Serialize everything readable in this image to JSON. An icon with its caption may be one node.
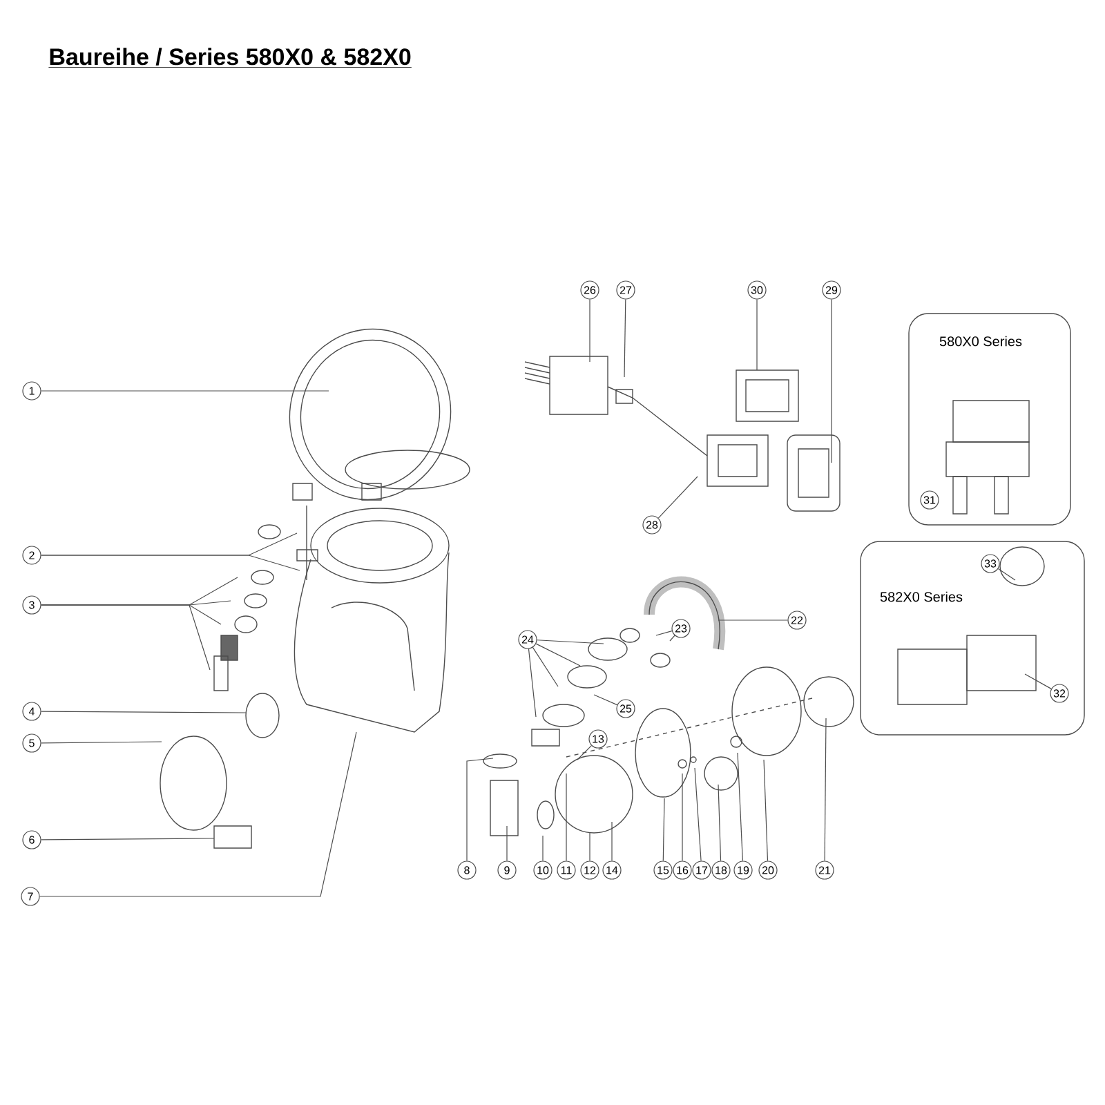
{
  "diagram": {
    "title": "Baureihe / Series 580X0 & 582X0",
    "nodes": [
      {
        "text": [
          "1"
        ]
      },
      {
        "text": [
          "2"
        ]
      },
      {
        "text": [
          "3"
        ]
      },
      {
        "text": [
          "4"
        ]
      },
      {
        "text": [
          "5"
        ]
      },
      {
        "text": [
          "6"
        ]
      },
      {
        "text": [
          "7"
        ]
      },
      {
        "text": [
          "8"
        ]
      },
      {
        "text": [
          "9"
        ]
      },
      {
        "text": [
          "10"
        ]
      },
      {
        "text": [
          "11"
        ]
      },
      {
        "text": [
          "12"
        ]
      },
      {
        "text": [
          "13"
        ]
      },
      {
        "text": [
          "14"
        ]
      },
      {
        "text": [
          "15"
        ]
      },
      {
        "text": [
          "16"
        ]
      },
      {
        "text": [
          "17"
        ]
      },
      {
        "text": [
          "18"
        ]
      },
      {
        "text": [
          "19"
        ]
      },
      {
        "text": [
          "20"
        ]
      },
      {
        "text": [
          "21"
        ]
      },
      {
        "text": [
          "22"
        ]
      },
      {
        "text": [
          "23"
        ]
      },
      {
        "text": [
          "24"
        ]
      },
      {
        "text": [
          "25"
        ]
      },
      {
        "text": [
          "26"
        ]
      },
      {
        "text": [
          "27"
        ]
      },
      {
        "text": [
          "28"
        ]
      },
      {
        "text": [
          "29"
        ]
      },
      {
        "text": [
          "30"
        ]
      },
      {
        "text": [
          "580X0 Series"
        ]
      },
      {
        "text": [
          "31"
        ],
        "in": 30
      },
      {
        "text": [
          "582X0 Series"
        ]
      },
      {
        "text": [
          "33"
        ],
        "in": 32
      },
      {
        "text": [
          "32"
        ],
        "in": 32
      }
    ],
    "edges": [
      {
        "from": 0,
        "to": null,
        "arrow": "none"
      },
      {
        "from": 1,
        "to": null,
        "arrow": "none"
      },
      {
        "from": 1,
        "to": null,
        "arrow": "none"
      },
      {
        "from": 2,
        "to": null,
        "arrow": "none"
      },
      {
        "from": 2,
        "to": null,
        "arrow": "none"
      },
      {
        "from": 2,
        "to": null,
        "arrow": "none"
      },
      {
        "from": 2,
        "to": null,
        "arrow": "none"
      },
      {
        "from": 3,
        "to": null,
        "arrow": "none"
      },
      {
        "from": 4,
        "to": null,
        "arrow": "none"
      },
      {
        "from": 5,
        "to": null,
        "arrow": "none"
      },
      {
        "from": 6,
        "to": null,
        "arrow": "none"
      },
      {
        "from": 7,
        "to": null,
        "arrow": "none"
      },
      {
        "from": 8,
        "to": null,
        "arrow": "none"
      },
      {
        "from": 9,
        "to": null,
        "arrow": "none"
      },
      {
        "from": 10,
        "to": null,
        "arrow": "none"
      },
      {
        "from": 11,
        "to": null,
        "arrow": "none"
      },
      {
        "from": 12,
        "to": null,
        "arrow": "none"
      },
      {
        "from": 13,
        "to": null,
        "arrow": "none"
      },
      {
        "from": 14,
        "to": null,
        "arrow": "none"
      },
      {
        "from": 15,
        "to": null,
        "arrow": "none"
      },
      {
        "from": 16,
        "to": null,
        "arrow": "none"
      },
      {
        "from": 17,
        "to": null,
        "arrow": "none"
      },
      {
        "from": 18,
        "to": null,
        "arrow": "none"
      },
      {
        "from": 19,
        "to": null,
        "arrow": "none"
      },
      {
        "from": 20,
        "to": null,
        "arrow": "none"
      },
      {
        "from": 21,
        "to": null,
        "arrow": "none"
      },
      {
        "from": 22,
        "to": null,
        "arrow": "none"
      },
      {
        "from": 22,
        "to": null,
        "arrow": "none"
      },
      {
        "from": 23,
        "to": null,
        "arrow": "none"
      },
      {
        "from": 23,
        "to": null,
        "arrow": "none"
      },
      {
        "from": 23,
        "to": null,
        "arrow": "none"
      },
      {
        "from": 23,
        "to": null,
        "arrow": "none"
      },
      {
        "from": 24,
        "to": null,
        "arrow": "none"
      },
      {
        "from": 25,
        "to": null,
        "arrow": "none"
      },
      {
        "from": 26,
        "to": null,
        "arrow": "none"
      },
      {
        "from": 27,
        "to": null,
        "arrow": "none"
      },
      {
        "from": 28,
        "to": null,
        "arrow": "none"
      },
      {
        "from": 29,
        "to": null,
        "arrow": "none"
      },
      {
        "from": 33,
        "to": null,
        "arrow": "none"
      },
      {
        "from": 34,
        "to": null,
        "arrow": "none"
      }
    ]
  }
}
